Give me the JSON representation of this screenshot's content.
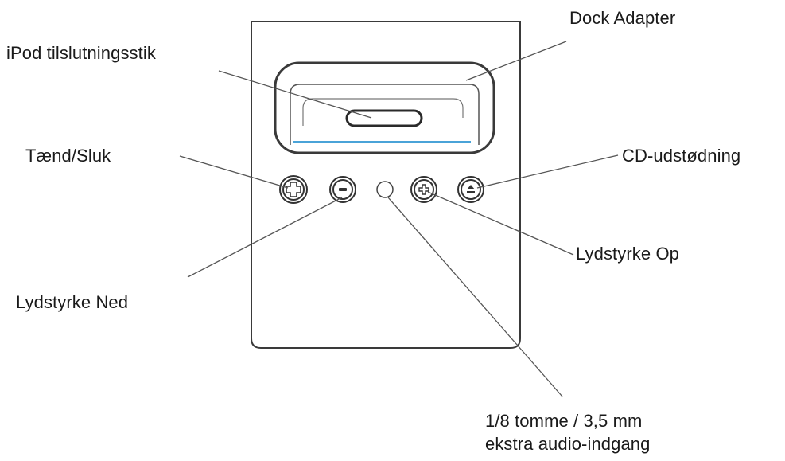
{
  "labels": {
    "dock_adapter": "Dock Adapter",
    "ipod_connector": "iPod tilslutningsstik",
    "power": "Tænd/Sluk",
    "cd_eject": "CD-udstødning",
    "volume_up": "Lydstyrke Op",
    "volume_down": "Lydstyrke Ned",
    "audio_input_line1": "1/8 tomme / 3,5 mm",
    "audio_input_line2": "ekstra audio-indgang"
  },
  "colors": {
    "outline": "#3a3a3a",
    "leader_line": "#555555",
    "accent_blue": "#4aa3d8",
    "text": "#1a1a1a"
  }
}
